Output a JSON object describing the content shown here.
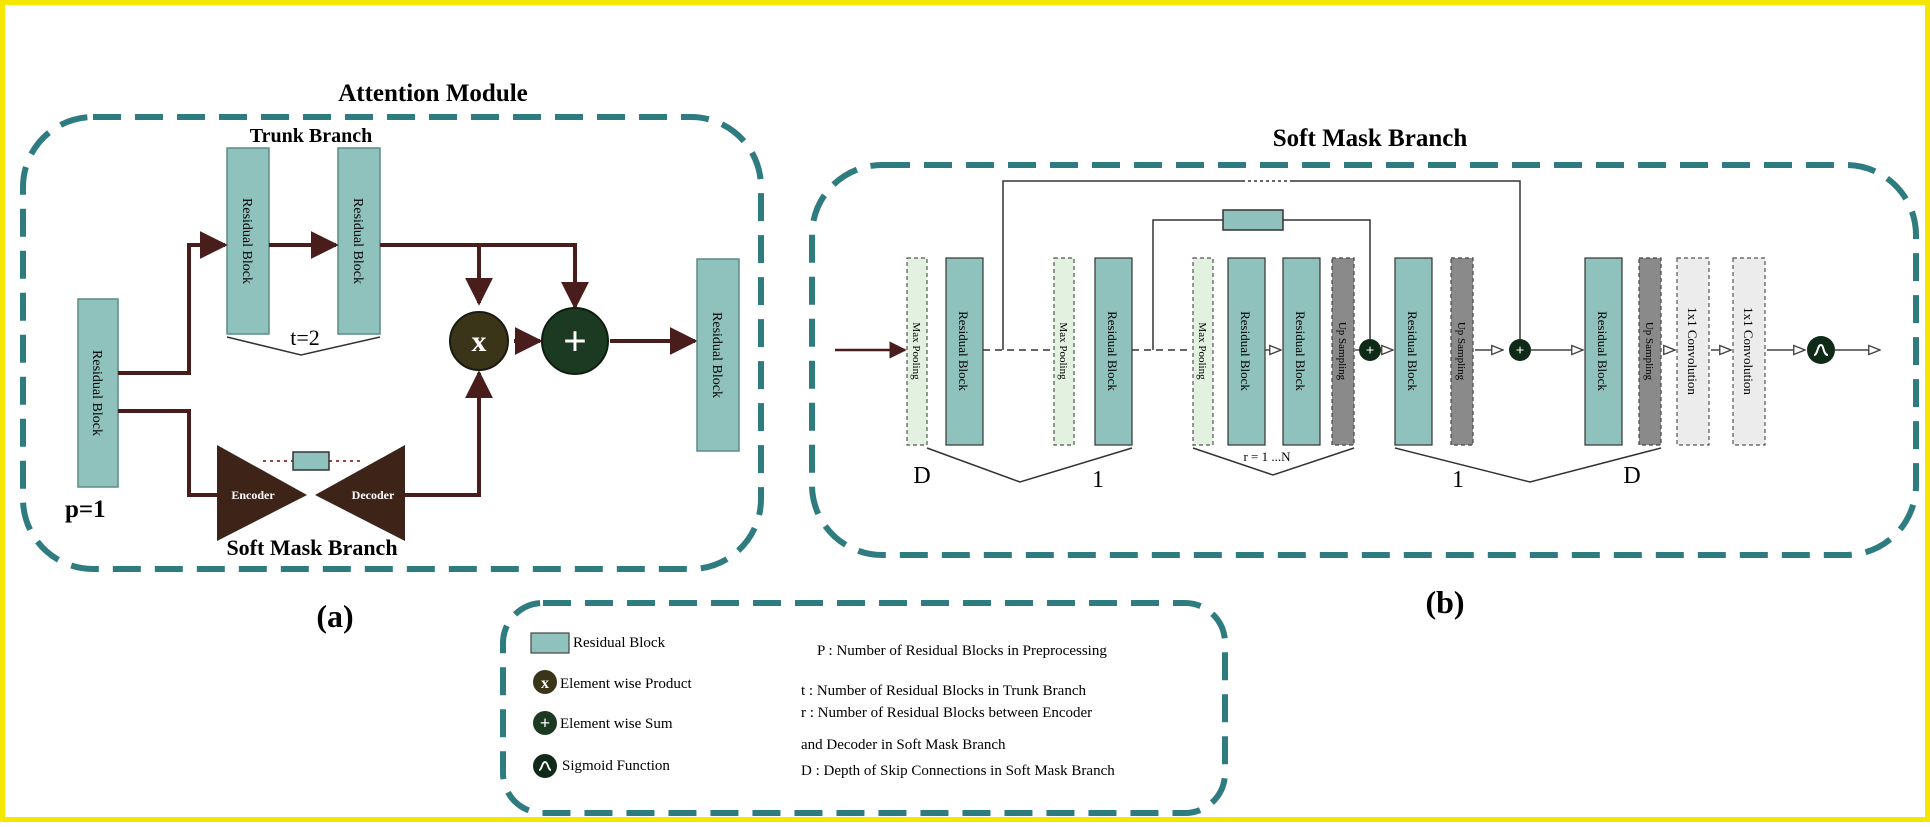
{
  "panel_a": {
    "title": "Attention Module",
    "trunk_label": "Trunk Branch",
    "mask_label": "Soft Mask Branch",
    "input_block": "Residual Block",
    "trunk_block_1": "Residual Block",
    "trunk_block_2": "Residual Block",
    "output_block": "Residual Block",
    "t_label": "t=2",
    "p_label": "p=1",
    "encoder": "Encoder",
    "decoder": "Decoder",
    "product_symbol": "x",
    "sum_symbol": "+",
    "caption": "(a)"
  },
  "panel_b": {
    "title": "Soft Mask Branch",
    "blocks": {
      "mp1": "Max Pooling",
      "rb1": "Residual Block",
      "mp2": "Max Pooling",
      "rb2": "Residual Block",
      "mp3": "Max Pooling",
      "rb3": "Residual Block",
      "rb4": "Residual Block",
      "up1": "Up Sampling",
      "rb5": "Residual Block",
      "up2": "Up Sampling",
      "rb6": "Residual Block",
      "up3": "Up Sampling",
      "conv1": "1x1 Convolution",
      "conv2": "1x1 Convolution"
    },
    "label_D_left": "D",
    "label_1_left": "1",
    "label_rN": "r = 1 ...N",
    "label_1_right": "1",
    "label_D_right": "D",
    "caption": "(b)"
  },
  "legend": {
    "residual_block": "Residual Block",
    "product": "Element wise Product",
    "sum": "Element wise Sum",
    "sigmoid": "Sigmoid Function",
    "def_p": "P : Number of Residual Blocks in Preprocessing",
    "def_t": "t : Number of Residual Blocks in  Trunk Branch",
    "def_r1": "r : Number of Residual Blocks between Encoder",
    "def_r2": "and Decoder in Soft Mask Branch",
    "def_d": "D : Depth of Skip Connections in Soft Mask Branch"
  },
  "colors": {
    "frame": "#f5e600",
    "dash": "#2f7c80",
    "block_fill": "#8fc2bd",
    "arrow": "#4a1d1d",
    "encoder_fill": "#3e2418",
    "product_fill": "#3a3418",
    "sum_fill": "#1c3a22"
  }
}
